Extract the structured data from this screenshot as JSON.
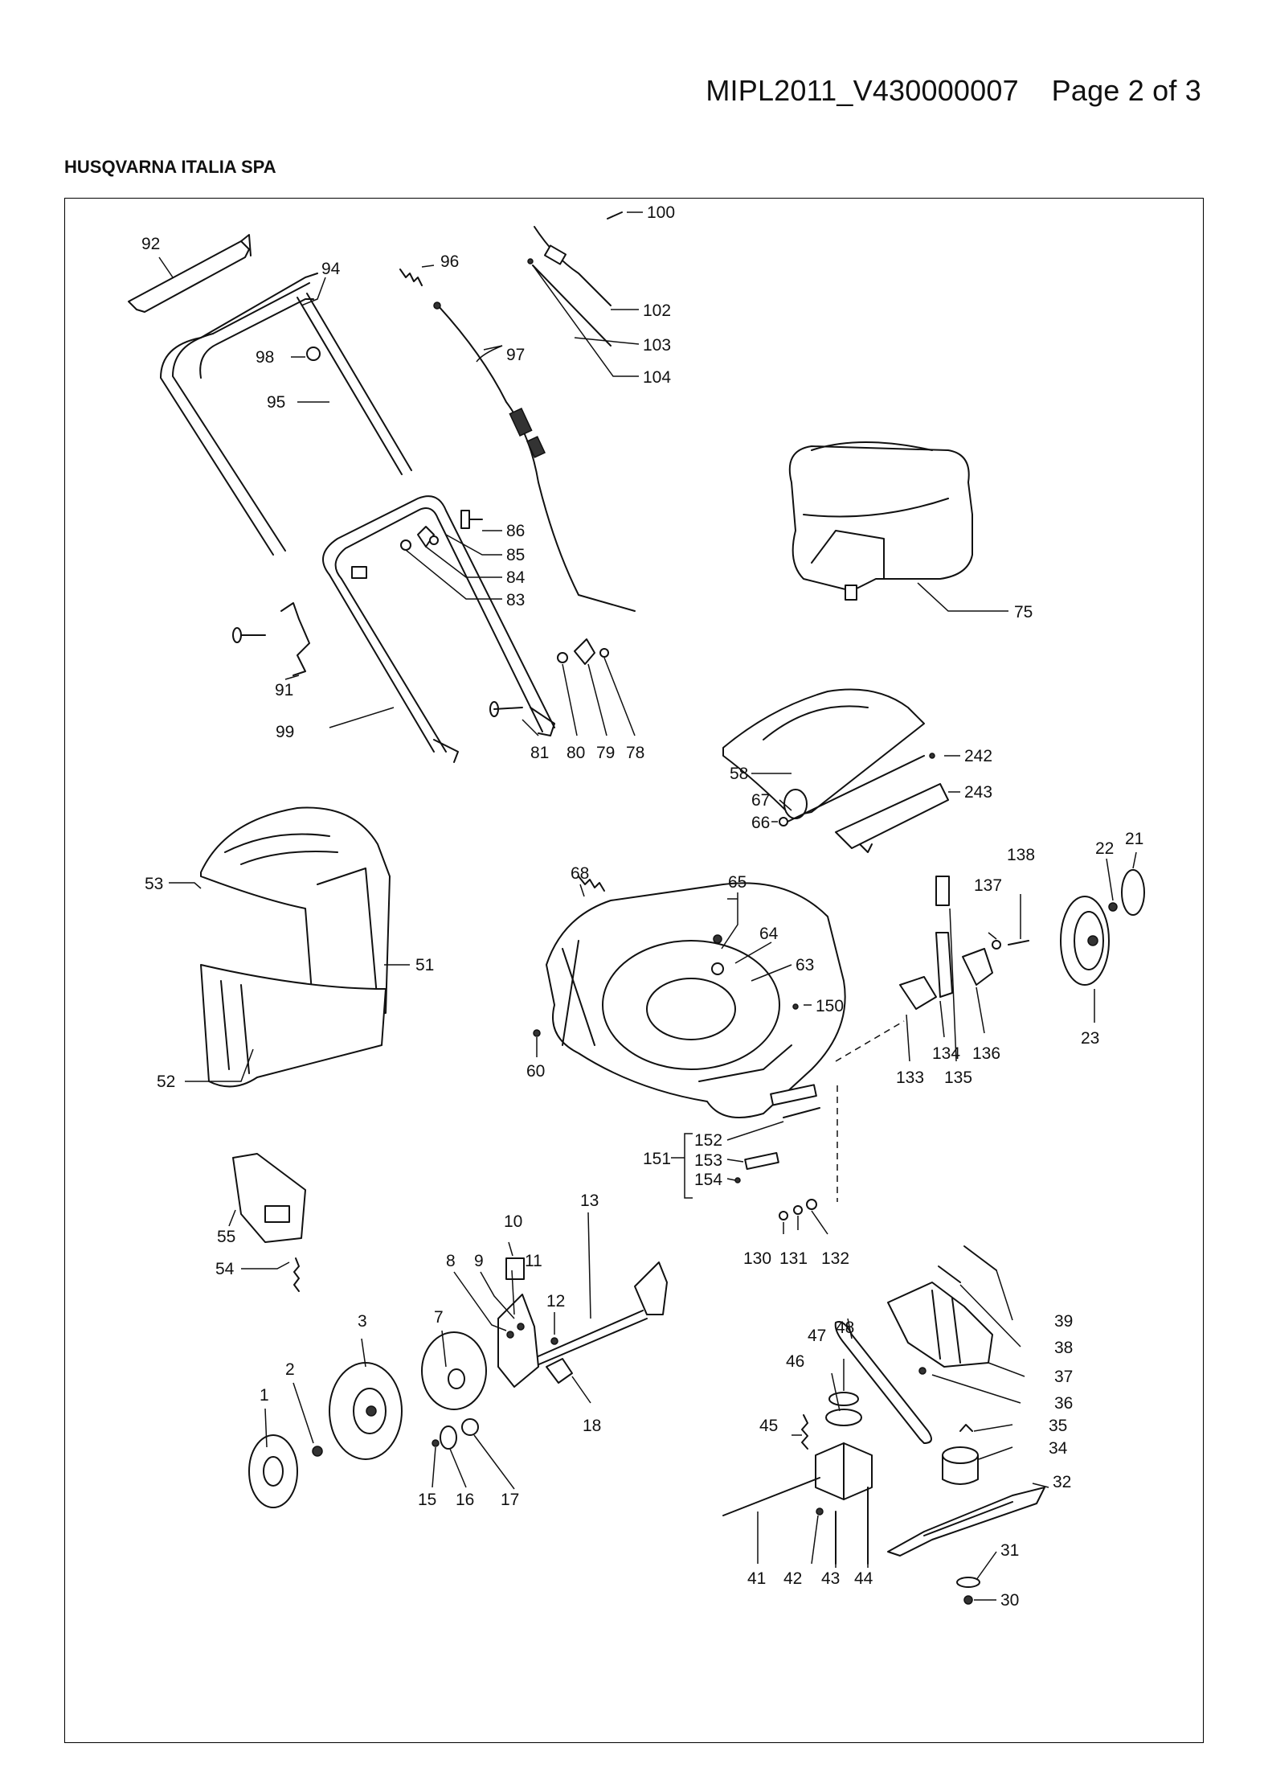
{
  "header": {
    "document_id": "MIPL2011_V430000007",
    "page": "Page 2 of 3",
    "company": "HUSQVARNA ITALIA SPA"
  },
  "labels": {
    "p1": "1",
    "p2": "2",
    "p3": "3",
    "p7": "7",
    "p8": "8",
    "p9": "9",
    "p10": "10",
    "p11": "11",
    "p12": "12",
    "p13": "13",
    "p15": "15",
    "p16": "16",
    "p17": "17",
    "p18": "18",
    "p21": "21",
    "p22": "22",
    "p23": "23",
    "p30": "30",
    "p31": "31",
    "p32": "32",
    "p34": "34",
    "p35": "35",
    "p36": "36",
    "p37": "37",
    "p38": "38",
    "p39": "39",
    "p41": "41",
    "p42": "42",
    "p43": "43",
    "p44": "44",
    "p45": "45",
    "p46": "46",
    "p47": "47",
    "p48": "48",
    "p51": "51",
    "p52": "52",
    "p53": "53",
    "p54": "54",
    "p55": "55",
    "p58": "58",
    "p60": "60",
    "p63": "63",
    "p64": "64",
    "p65": "65",
    "p66": "66",
    "p67": "67",
    "p68": "68",
    "p75": "75",
    "p78": "78",
    "p79": "79",
    "p80": "80",
    "p81": "81",
    "p83": "83",
    "p84": "84",
    "p85": "85",
    "p86": "86",
    "p91": "91",
    "p92": "92",
    "p94": "94",
    "p95": "95",
    "p96": "96",
    "p97": "97",
    "p98": "98",
    "p99": "99",
    "p100": "100",
    "p102": "102",
    "p103": "103",
    "p104": "104",
    "p130": "130",
    "p131": "131",
    "p132": "132",
    "p133": "133",
    "p134": "134",
    "p135": "135",
    "p136": "136",
    "p137": "137",
    "p138": "138",
    "p150": "150",
    "p151": "151",
    "p152": "152",
    "p153": "153",
    "p154": "154",
    "p242": "242",
    "p243": "243"
  }
}
